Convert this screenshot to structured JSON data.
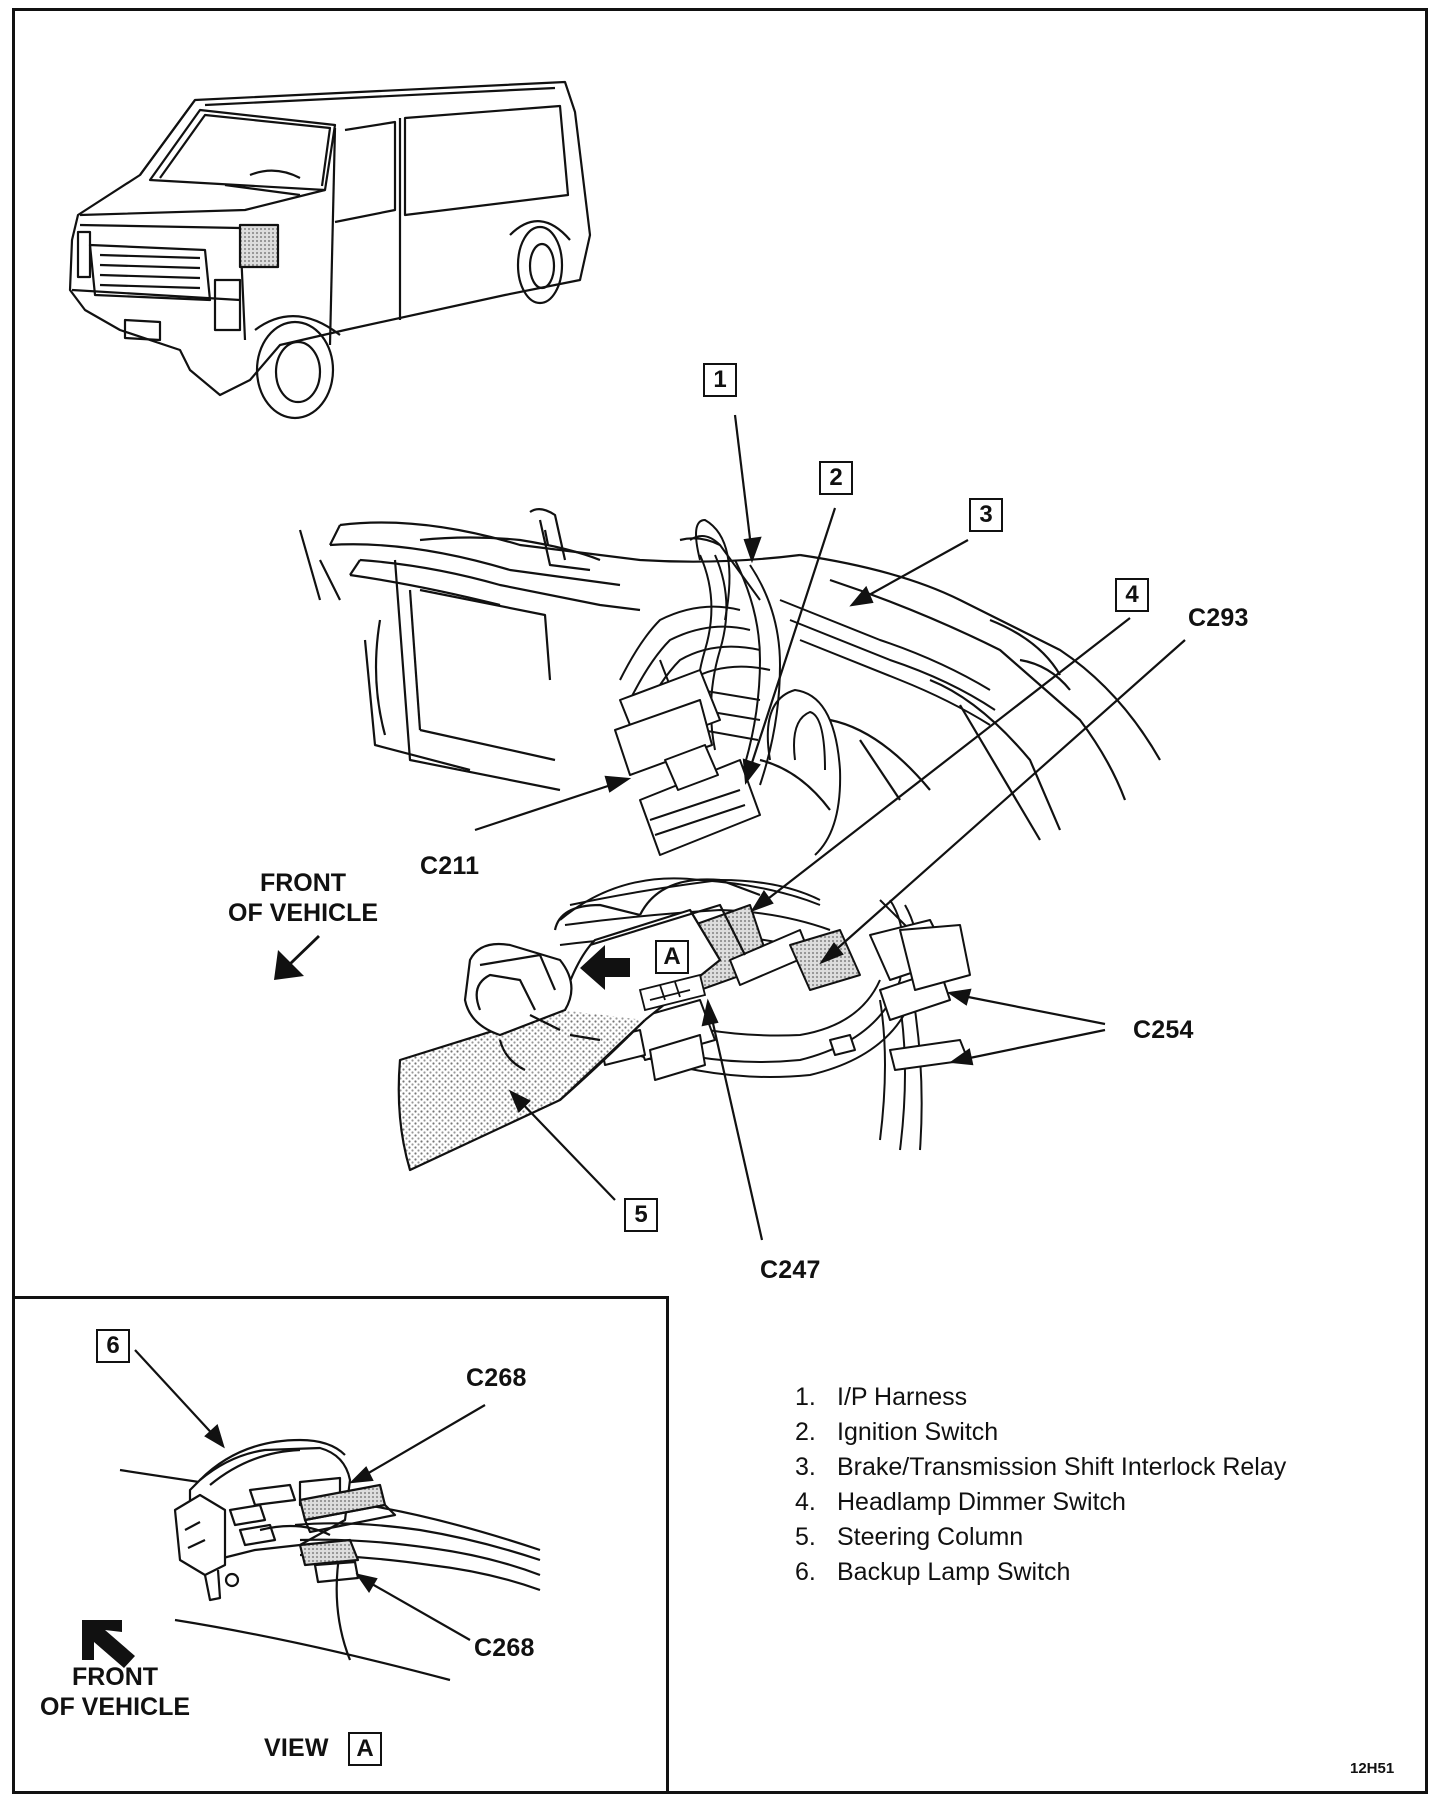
{
  "callouts": {
    "c1": "1",
    "c2": "2",
    "c3": "3",
    "c4": "4",
    "c5": "5",
    "c6": "6",
    "view_a": "A",
    "view_a_inset": "A"
  },
  "connectors": {
    "c211": "C211",
    "c293": "C293",
    "c254": "C254",
    "c247": "C247",
    "c268_top": "C268",
    "c268_bottom": "C268"
  },
  "front_of_vehicle": {
    "main_line1": "FRONT",
    "main_line2": "OF VEHICLE",
    "inset_line1": "FRONT",
    "inset_line2": "OF VEHICLE"
  },
  "view_label": "VIEW",
  "legend": [
    {
      "num": "1.",
      "label": "I/P Harness"
    },
    {
      "num": "2.",
      "label": "Ignition Switch"
    },
    {
      "num": "3.",
      "label": "Brake/Transmission Shift Interlock Relay"
    },
    {
      "num": "4.",
      "label": "Headlamp Dimmer Switch"
    },
    {
      "num": "5.",
      "label": "Steering Column"
    },
    {
      "num": "6.",
      "label": "Backup Lamp Switch"
    }
  ],
  "figure_id": "12H51"
}
